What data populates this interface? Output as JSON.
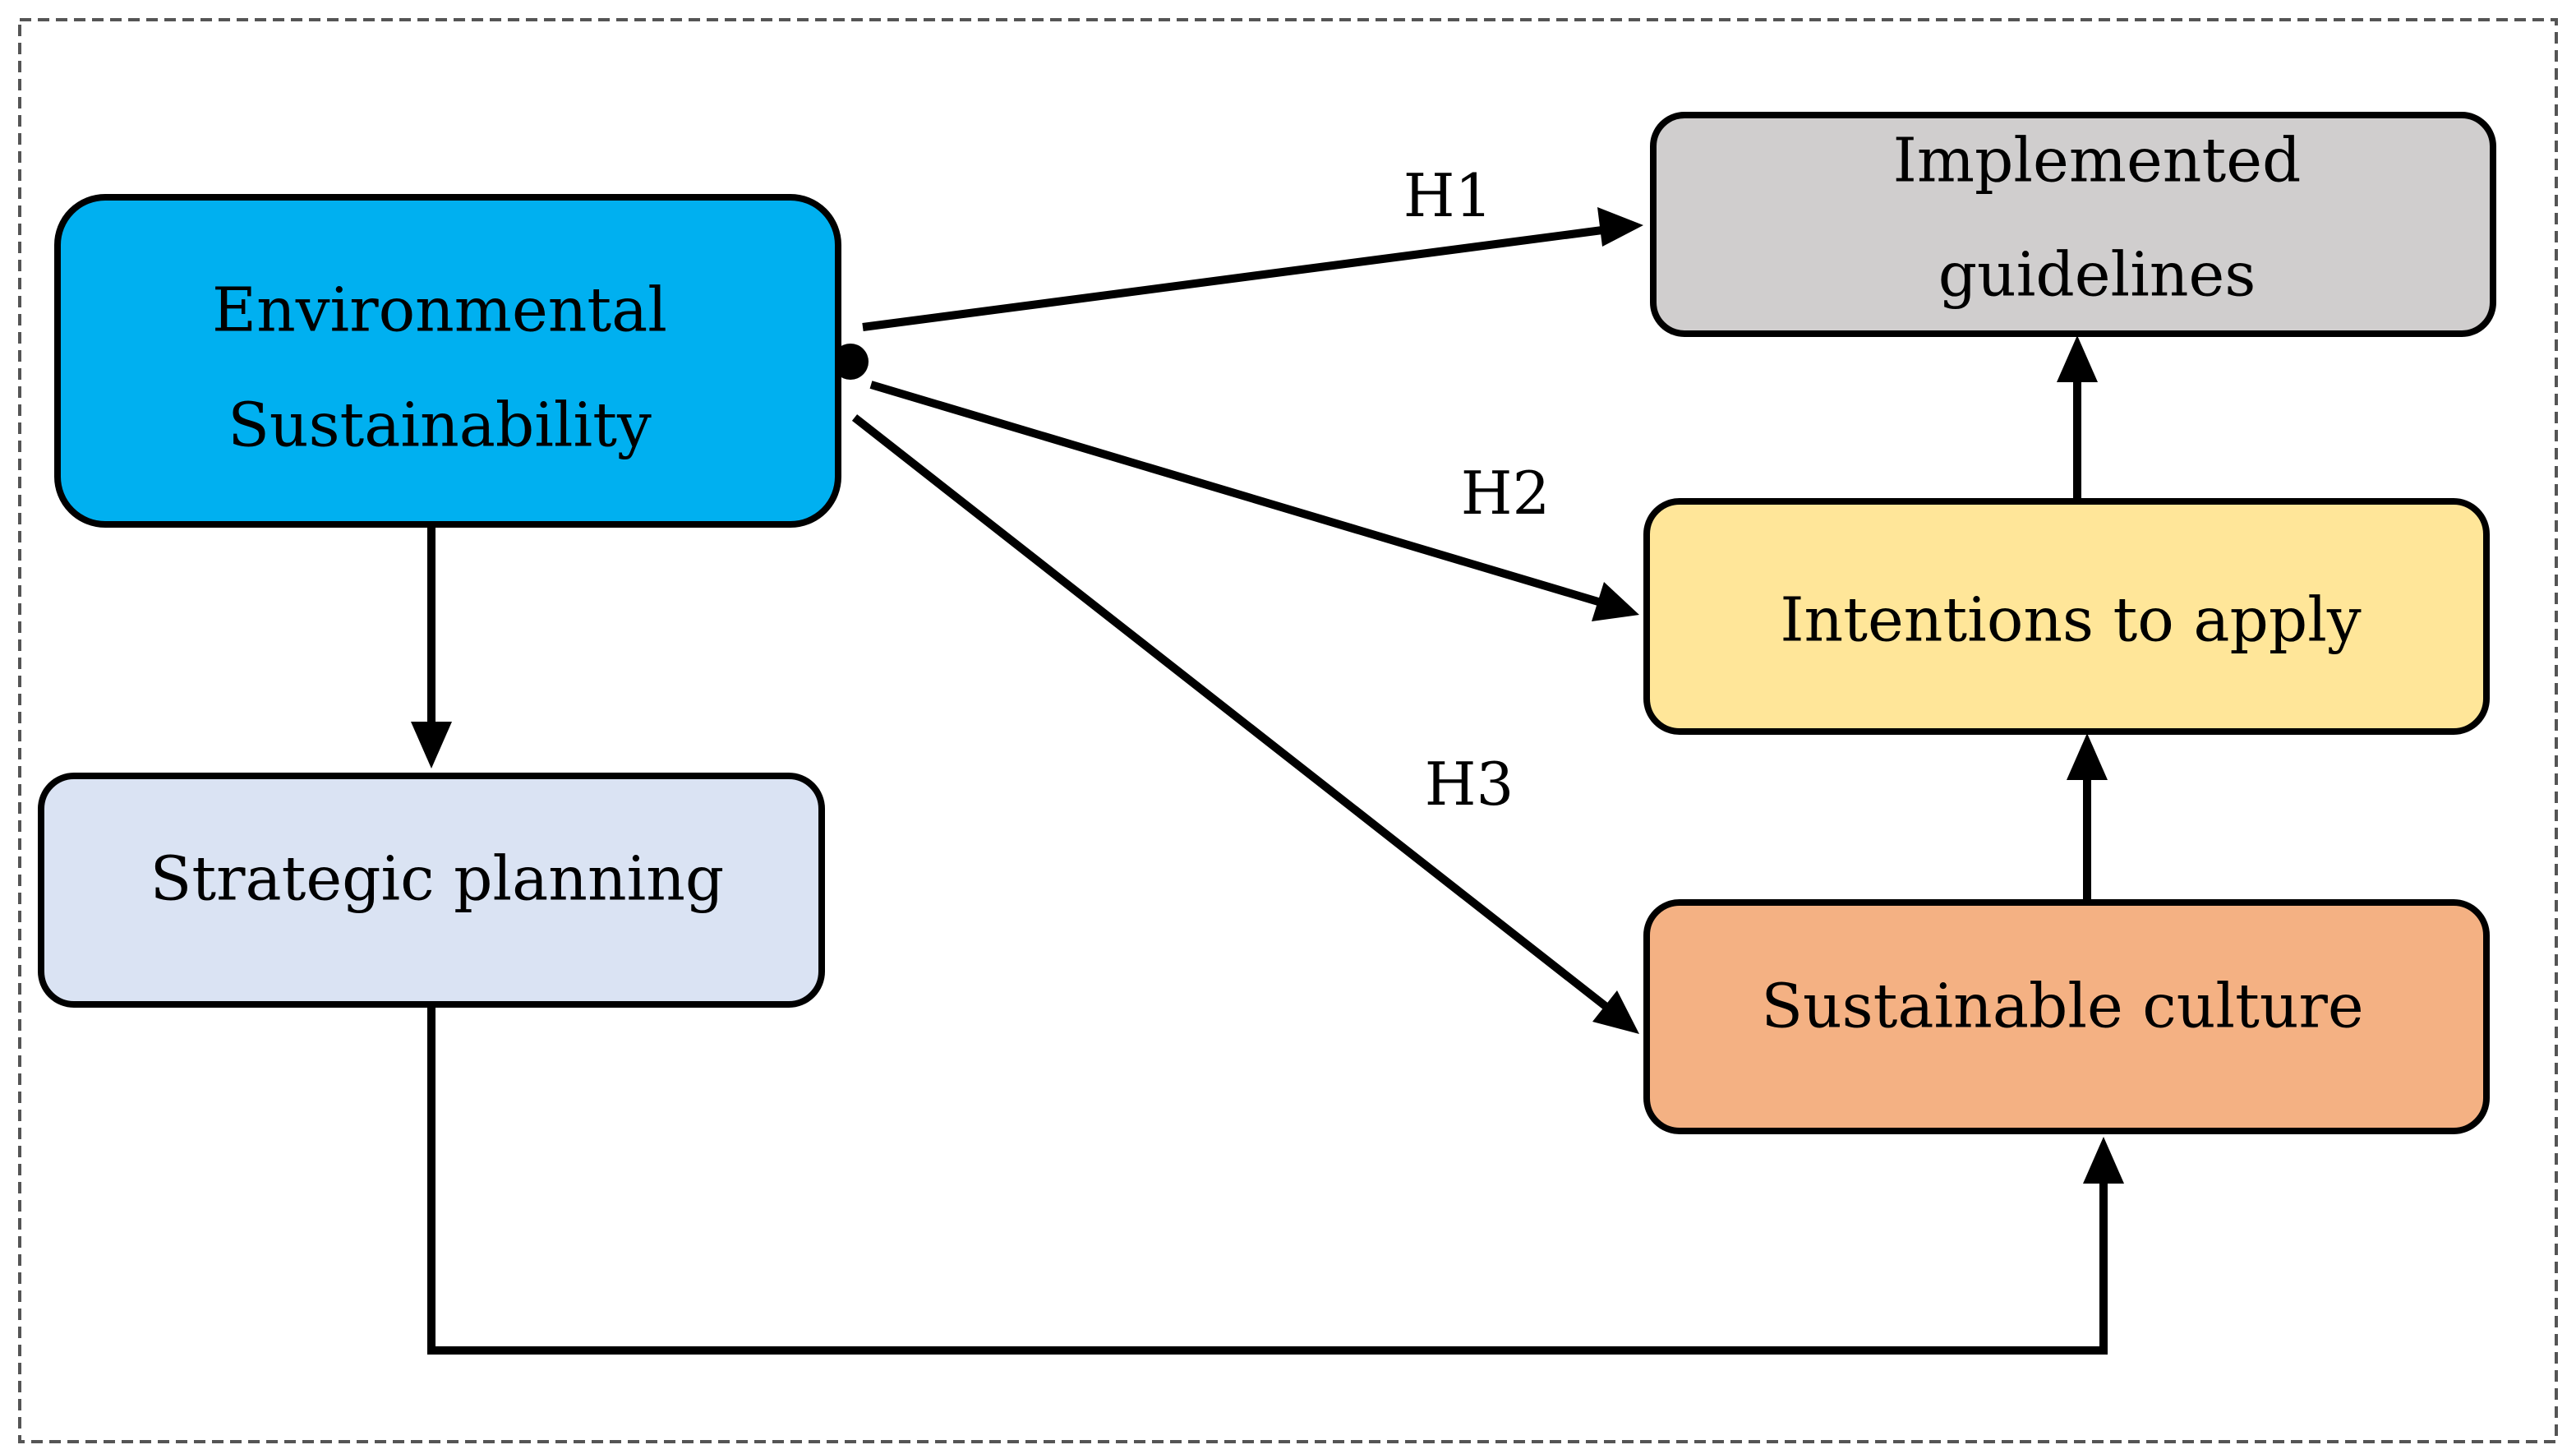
{
  "diagram": {
    "nodes": {
      "environmental": {
        "lines": [
          "Environmental",
          "Sustainability"
        ],
        "color": "#00B0F0"
      },
      "implemented": {
        "lines": [
          "Implemented",
          "guidelines"
        ],
        "color": "#D0CECE"
      },
      "intentions": {
        "lines": [
          "Intentions to apply"
        ],
        "color": "#FFE699"
      },
      "sustainable_culture": {
        "lines": [
          "Sustainable culture"
        ],
        "color": "#F4B183"
      },
      "strategic": {
        "lines": [
          "Strategic planning"
        ],
        "color": "#DAE3F3"
      }
    },
    "edges": {
      "h1": {
        "label": "H1"
      },
      "h2": {
        "label": "H2"
      },
      "h3": {
        "label": "H3"
      }
    }
  }
}
